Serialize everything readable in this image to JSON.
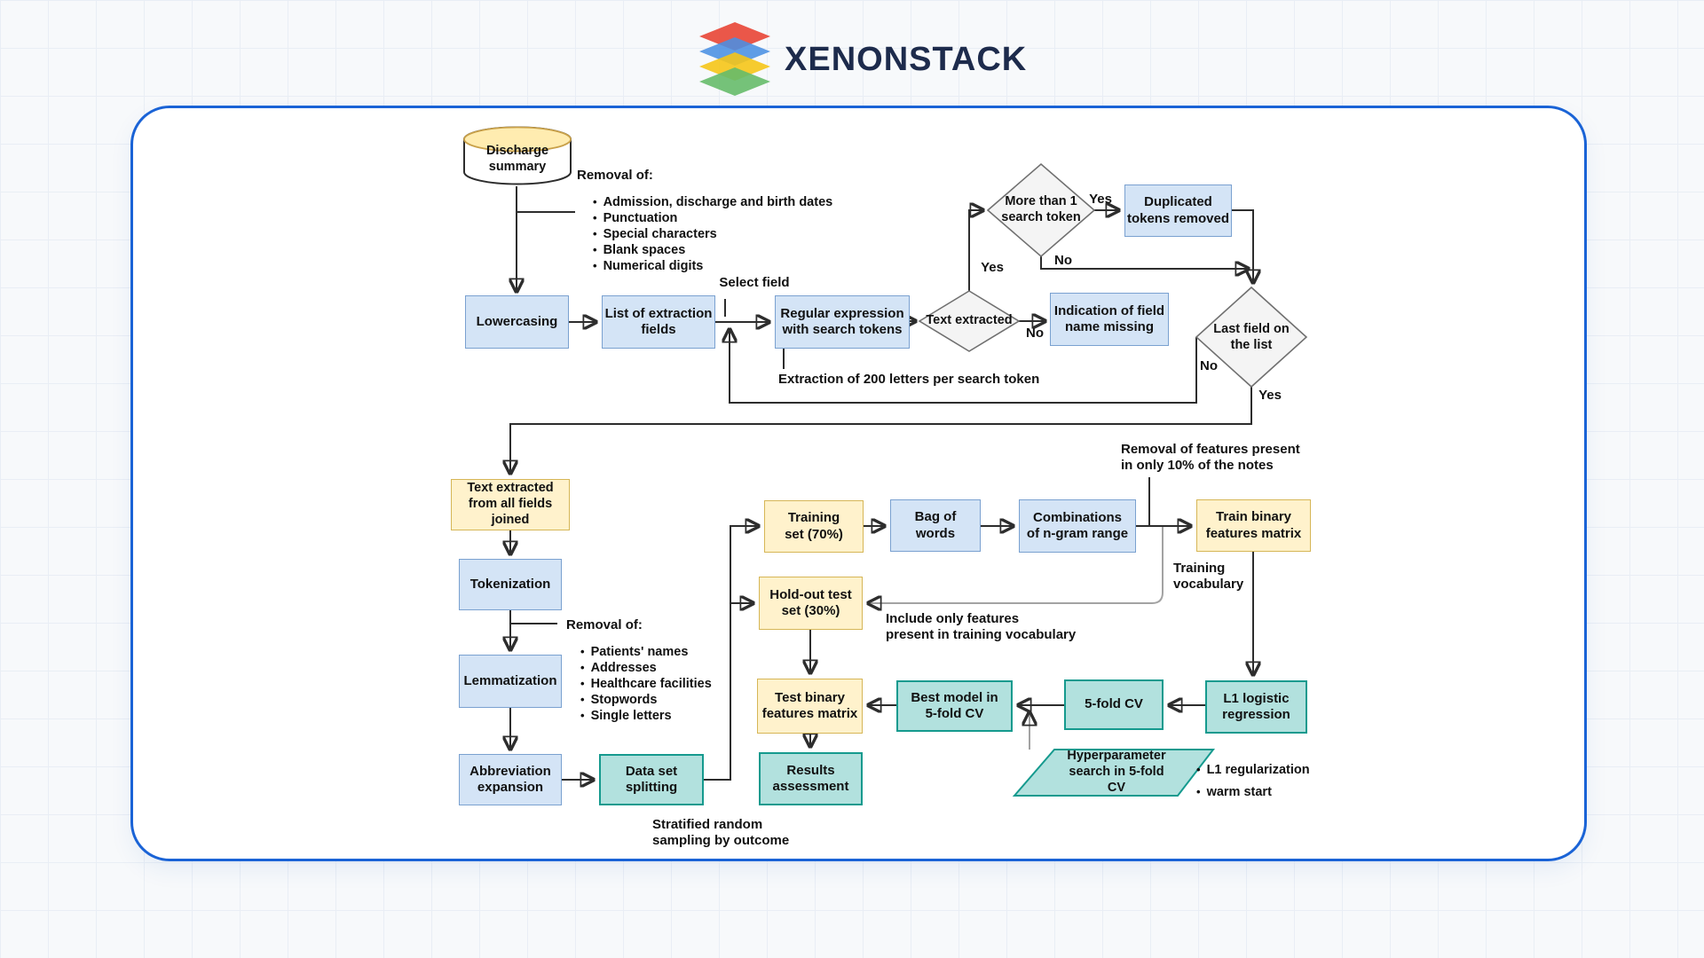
{
  "logo": {
    "brand": "XENONSTACK"
  },
  "labels": {
    "yes": "Yes",
    "no": "No"
  },
  "nodes": {
    "discharge_summary": {
      "label": "Discharge\nsummary"
    },
    "lowercasing": {
      "label": "Lowercasing"
    },
    "list_fields": {
      "label": "List of extraction\nfields"
    },
    "regex": {
      "label": "Regular expression\nwith search tokens"
    },
    "text_extracted": {
      "label": "Text extracted"
    },
    "indication": {
      "label": "Indication of field\nname missing"
    },
    "more_than_one": {
      "label": "More than 1\nsearch token"
    },
    "duplicated": {
      "label": "Duplicated\ntokens removed"
    },
    "last_field": {
      "label": "Last field on\nthe list"
    },
    "text_joined": {
      "label": "Text extracted\nfrom all fields\njoined"
    },
    "tokenization": {
      "label": "Tokenization"
    },
    "lemmatization": {
      "label": "Lemmatization"
    },
    "abbreviation": {
      "label": "Abbreviation\nexpansion"
    },
    "dataset_splitting": {
      "label": "Data set\nsplitting"
    },
    "training_set": {
      "label": "Training\nset (70%)"
    },
    "bag_of_words": {
      "label": "Bag of\nwords"
    },
    "combinations": {
      "label": "Combinations\nof n-gram range"
    },
    "train_binary": {
      "label": "Train binary\nfeatures matrix"
    },
    "holdout_set": {
      "label": "Hold-out test\nset (30%)"
    },
    "test_binary": {
      "label": "Test binary\nfeatures matrix"
    },
    "results": {
      "label": "Results\nassessment"
    },
    "best_model": {
      "label": "Best model in\n5-fold CV"
    },
    "fivefold_cv": {
      "label": "5-fold CV"
    },
    "l1_logistic": {
      "label": "L1 logistic\nregression"
    },
    "hyperparameter": {
      "label": "Hyperparameter\nsearch in 5-fold CV"
    }
  },
  "annotations": {
    "removal1": {
      "title": "Removal of:",
      "items": [
        "Admission, discharge and birth dates",
        "Punctuation",
        "Special characters",
        "Blank spaces",
        "Numerical digits"
      ]
    },
    "select_field": "Select field",
    "extraction_200": "Extraction of 200 letters per search token",
    "removal2": {
      "title": "Removal of:",
      "items": [
        "Patients' names",
        "Addresses",
        "Healthcare facilities",
        "Stopwords",
        "Single letters"
      ]
    },
    "removal_features": "Removal of features present\nin only 10% of the notes",
    "training_vocabulary": "Training\nvocabulary",
    "include_only": "Include only features\npresent in training vocabulary",
    "stratified": "Stratified random\nsampling by outcome",
    "hyperparameter_options": [
      "L1 regularization",
      "warm start"
    ]
  },
  "colors": {
    "blue_fill": "#d4e4f6",
    "blue_stroke": "#7aa1d0",
    "yellow_fill": "#fff2cc",
    "yellow_stroke": "#d6b656",
    "cyl_fill": "#ffecb0",
    "cyl_stroke": "#c9a14a",
    "teal_fill": "#b2e1de",
    "teal_stroke": "#159a8e",
    "diamond_fill": "#f4f4f4",
    "diamond_stroke": "#707070",
    "line": "#2d2d2d",
    "gray_line": "#a3a3a3",
    "card_border": "#1a63d6",
    "brand_text": "#1d2b4c"
  }
}
